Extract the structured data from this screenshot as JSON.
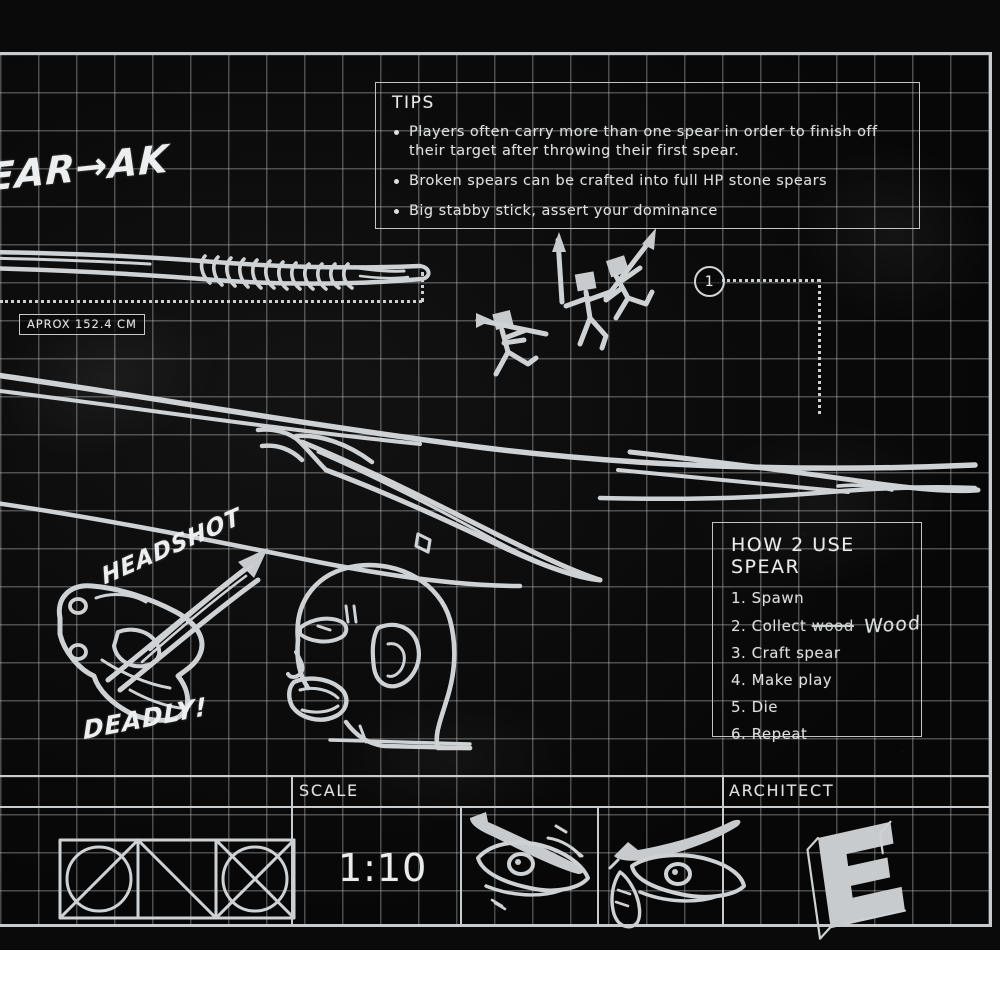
{
  "document": {
    "kind": "blueprint-schematic",
    "subject": "spear"
  },
  "tips": {
    "title": "TIPS",
    "items": [
      "Players often carry more than one spear in order to finish off their target after throwing their first spear.",
      "Broken spears can be crafted into full HP stone spears",
      "Big stabby stick, assert your dominance"
    ]
  },
  "howto": {
    "title": "HOW 2 USE SPEAR",
    "steps": [
      {
        "num": "1.",
        "text": "Spawn",
        "struck": "",
        "scribble": ""
      },
      {
        "num": "2.",
        "text": "Collect",
        "struck": "wood",
        "scribble": "Wood"
      },
      {
        "num": "3.",
        "text": "Craft spear",
        "struck": "",
        "scribble": ""
      },
      {
        "num": "4.",
        "text": "Make play",
        "struck": "",
        "scribble": ""
      },
      {
        "num": "5.",
        "text": "Die",
        "struck": "",
        "scribble": ""
      },
      {
        "num": "6.",
        "text": "Repeat",
        "struck": "",
        "scribble": ""
      }
    ]
  },
  "titleblock": {
    "scale_label": "SCALE",
    "scale_value": "1:10",
    "architect_label": "ARCHITECT",
    "architect_mark": "E"
  },
  "dimensions": {
    "shaft_length": "APROX 152.4 CM"
  },
  "callouts": [
    {
      "id": "1",
      "label": "1"
    }
  ],
  "annotations": {
    "top_left_tag": "EAR→AK",
    "headshot": "HEADSHOT",
    "deadly": "DEADLY!"
  },
  "symbols": {
    "box1": "circle-slash",
    "box2": "diagonal-line",
    "box3": "circle-cross"
  },
  "colors": {
    "background": "#0a0a0a",
    "ink": "#cfd2d4",
    "grid": "#cdd0d2",
    "paper_edge": "#ffffff"
  }
}
